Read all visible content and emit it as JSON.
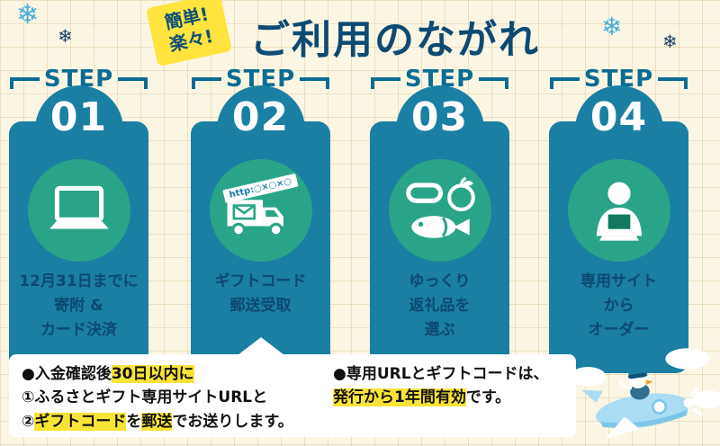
{
  "header": {
    "badge_line1": "簡単!",
    "badge_line2": "楽々!",
    "title": "ご利用のながれ"
  },
  "steps": [
    {
      "label": "STEP",
      "number": "01",
      "icon": "laptop-icon",
      "caption": [
        "12月31日までに",
        "寄附 &",
        "カード決済"
      ]
    },
    {
      "label": "STEP",
      "number": "02",
      "icon": "delivery-truck-icon",
      "icon_text": "http:○×○×○",
      "caption": [
        "ギフトコード",
        "郵送受取"
      ]
    },
    {
      "label": "STEP",
      "number": "03",
      "icon": "food-gift-icon",
      "caption": [
        "ゆっくり",
        "返礼品を",
        "選ぶ"
      ]
    },
    {
      "label": "STEP",
      "number": "04",
      "icon": "person-order-icon",
      "caption": [
        "専用サイト",
        "から",
        "オーダー"
      ]
    }
  ],
  "notes": {
    "left": [
      [
        {
          "t": "●入金確認後",
          "h": false
        },
        {
          "t": "30日以内に",
          "h": true
        }
      ],
      [
        {
          "t": "①ふるさとギフト専用サイトURLと",
          "h": false
        }
      ],
      [
        {
          "t": "②",
          "h": false
        },
        {
          "t": "ギフトコード",
          "h": true
        },
        {
          "t": "を",
          "h": false
        },
        {
          "t": "郵送",
          "h": true
        },
        {
          "t": "でお送りします。",
          "h": false
        }
      ]
    ],
    "right": [
      [
        {
          "t": "●専用URLとギフトコードは、",
          "h": false
        }
      ],
      [
        {
          "t": "発行から1年間有効",
          "h": true
        },
        {
          "t": "です。",
          "h": false
        }
      ]
    ]
  },
  "decorations": {
    "snowflake_char": "❄"
  },
  "colors": {
    "background": "#fbf6e4",
    "card_teal": "#1a7fa2",
    "circle_green": "#2aa489",
    "title_navy": "#0d4a73",
    "badge_yellow": "#ffe33f",
    "highlight_yellow": "#f8e437",
    "snowflake_blue": "#49aede",
    "snowflake_navy": "#1d4066"
  }
}
